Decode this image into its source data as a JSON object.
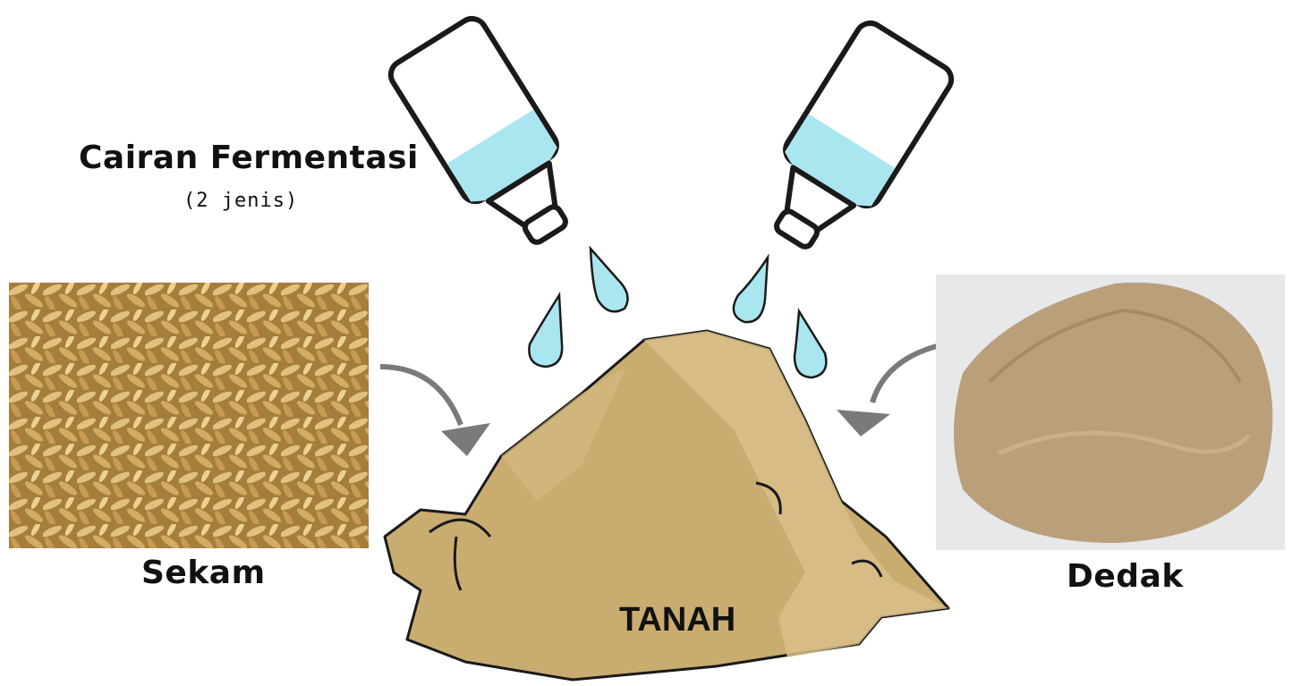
{
  "title": "Cairan Fermentasi",
  "subtitle": "(2 jenis)",
  "items": {
    "sekam": "Sekam",
    "dedak": "Dedak",
    "tanah": "TANAH"
  },
  "colors": {
    "soil": "#c9ac6f",
    "soil_light": "#d9c08a",
    "liquid": "#a9e6f0",
    "arrow": "#7a7a7a",
    "husk": "#c9a25a",
    "bran": "#b9a07a"
  },
  "icons": [
    "bottle-icon",
    "droplet-icon",
    "arrow-icon"
  ]
}
